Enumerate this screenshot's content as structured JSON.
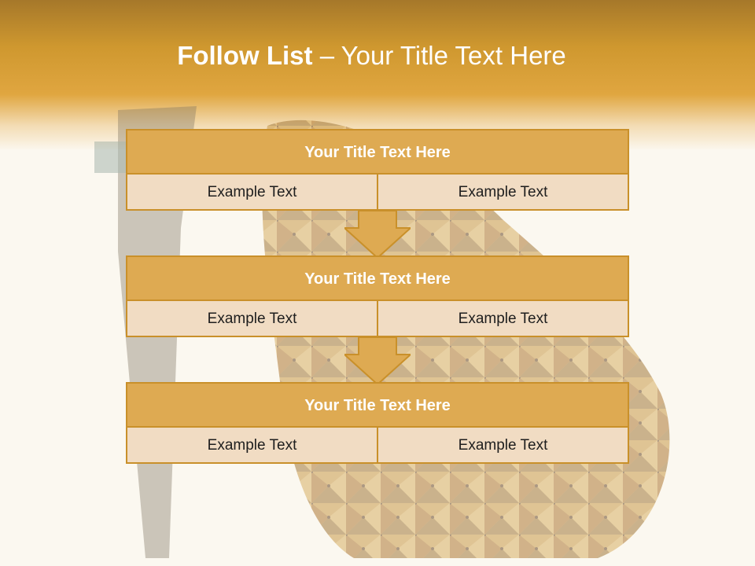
{
  "slide": {
    "title_bold": "Follow List ",
    "title_rest": " – Your Title Text Here"
  },
  "blocks": [
    {
      "title": "Your Title Text Here",
      "left": "Example Text",
      "right": "Example Text"
    },
    {
      "title": "Your Title Text Here",
      "left": "Example Text",
      "right": "Example Text"
    },
    {
      "title": "Your Title Text Here",
      "left": "Example Text",
      "right": "Example Text"
    }
  ],
  "colors": {
    "header_gold": "#cf982f",
    "block_head": "#deaa52",
    "block_body": "#f1dcc3",
    "border": "#c9902a"
  }
}
